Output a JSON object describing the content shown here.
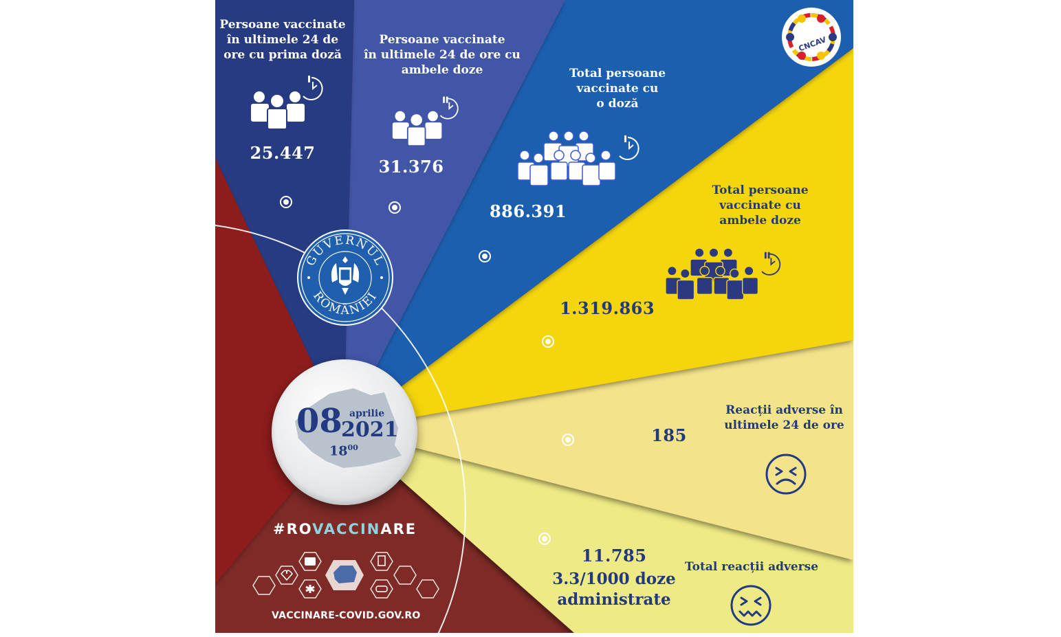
{
  "colors": {
    "red": "#8d1d1d",
    "dark_red": "#7e2b26",
    "navy": "#273a82",
    "indigo": "#4357a8",
    "blue": "#1f5fae",
    "yellow": "#f5d60c",
    "light_yellow": "#f3e38a",
    "pale_yellow": "#eeea85",
    "text_dark": "#233a7a",
    "text_light": "#ffffff"
  },
  "stats": [
    {
      "id": "first-dose-24h",
      "label": "Persoane vaccinate în ultimele 24 de ore cu prima doză",
      "label_lines": [
        "Persoane vaccinate",
        "în ultimele 24 de",
        "ore cu prima doză"
      ],
      "value": "25.447",
      "icon": "group-clock-icon"
    },
    {
      "id": "both-doses-24h",
      "label": "Persoane vaccinate în ultimele 24 de ore cu ambele doze",
      "label_lines": [
        "Persoane vaccinate",
        "în ultimele 24 de ore cu",
        "ambele doze"
      ],
      "value": "31.376",
      "icon": "group-clock-icon"
    },
    {
      "id": "total-one-dose",
      "label": "Total persoane vaccinate cu o doză",
      "label_lines": [
        "Total persoane",
        "vaccinate cu",
        "o doză"
      ],
      "value": "886.391",
      "icon": "crowd-clock-icon"
    },
    {
      "id": "total-both-doses",
      "label": "Total persoane vaccinate cu ambele doze",
      "label_lines": [
        "Total persoane",
        "vaccinate cu",
        "ambele doze"
      ],
      "value": "1.319.863",
      "icon": "crowd-clock-icon"
    },
    {
      "id": "adverse-24h",
      "label": "Reacții adverse în ultimele 24 de ore",
      "label_lines": [
        "Reacții adverse în",
        "ultimele 24 de ore"
      ],
      "value": "185",
      "icon": "sad-face-icon"
    },
    {
      "id": "adverse-total",
      "label": "Total reacții adverse",
      "label_lines": [
        "Total reacții adverse"
      ],
      "value": "11.785",
      "sub_value_lines": [
        "3.3/1000 doze",
        "administrate"
      ],
      "icon": "queasy-face-icon"
    }
  ],
  "date": {
    "day": "08",
    "month": "aprilie",
    "year": "2021",
    "hour": "18",
    "minutes": "00"
  },
  "logos": {
    "government_top": "GUVERNUL",
    "government_bottom": "ROMÂNIEI",
    "cncav": "CNCAV"
  },
  "footer": {
    "hashtag_prefix": "#RO",
    "hashtag_highlight": "VACCIN",
    "hashtag_suffix": "ARE",
    "website": "VACCINARE-COVID.GOV.RO"
  }
}
